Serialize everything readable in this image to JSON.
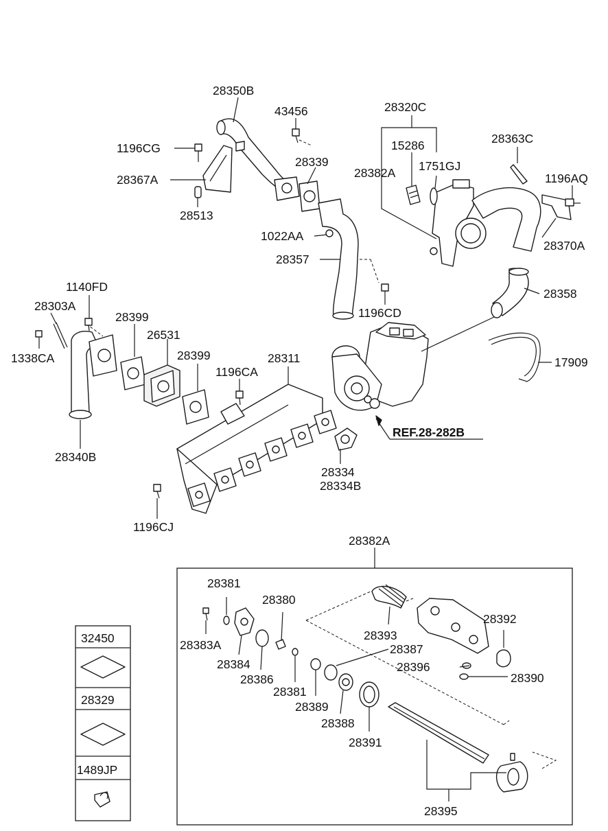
{
  "labels": {
    "p28350B": "28350B",
    "p43456": "43456",
    "p1196CG": "1196CG",
    "p28367A": "28367A",
    "p28513": "28513",
    "p28339": "28339",
    "p1022AA": "1022AA",
    "p28357": "28357",
    "p1196CD": "1196CD",
    "p28320C": "28320C",
    "p15286": "15286",
    "p1751GJ": "1751GJ",
    "p28382A_top": "28382A",
    "p28363C": "28363C",
    "p1196AQ": "1196AQ",
    "p28370A": "28370A",
    "p28358": "28358",
    "p17909": "17909",
    "p1140FD": "1140FD",
    "p28303A": "28303A",
    "p1338CA": "1338CA",
    "p28399_a": "28399",
    "p26531": "26531",
    "p28399_b": "28399",
    "p28311": "28311",
    "p1196CA": "1196CA",
    "p28340B": "28340B",
    "ref": "REF.28-282B",
    "p28334": "28334",
    "p28334B": "28334B",
    "p1196CJ": "1196CJ",
    "p28382A_detail": "28382A",
    "p28381_a": "28381",
    "p28380": "28380",
    "p28383A": "28383A",
    "p28384": "28384",
    "p28386": "28386",
    "p28381_b": "28381",
    "p28393": "28393",
    "p28392": "28392",
    "p28387": "28387",
    "p28396": "28396",
    "p28390": "28390",
    "p28389": "28389",
    "p28388": "28388",
    "p28391": "28391",
    "p28395": "28395"
  },
  "legend": [
    {
      "code": "32450",
      "icon": "diamond-gasket-icon"
    },
    {
      "code": "28329",
      "icon": "diamond-gasket-icon"
    },
    {
      "code": "1489JP",
      "icon": "clip-icon"
    }
  ]
}
